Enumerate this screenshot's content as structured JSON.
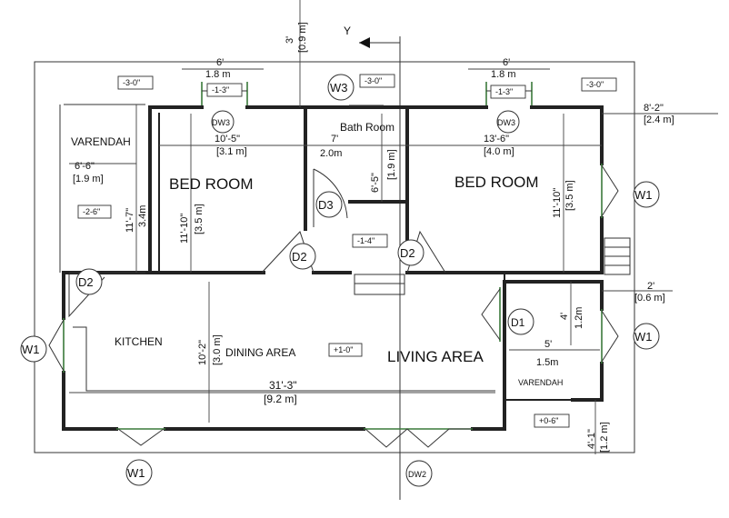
{
  "axis": {
    "y": "Y"
  },
  "rooms": {
    "varendah_left": "VARENDAH",
    "bed_room_left": "BED ROOM",
    "bath_room": "Bath Room",
    "bed_room_right": "BED ROOM",
    "kitchen": "KITCHEN",
    "dining_area": "DINING AREA",
    "living_area": "LIVING AREA",
    "varendah_right": "VARENDAH"
  },
  "tags": {
    "w3": "W3",
    "dw3_left": "DW3",
    "dw3_right": "DW3",
    "d3": "D3",
    "d2_center": "D2",
    "d2_bath": "D2",
    "d2_left": "D2",
    "w1_left": "W1",
    "w1_right_top": "W1",
    "w1_right_bottom": "W1",
    "w1_bottom": "W1",
    "d1": "D1",
    "dw2": "DW2"
  },
  "levels": {
    "top_left": "-3-0\"",
    "top_w3": "-3-0\"",
    "top_right": "-3-0\"",
    "dw3_left": "-1-3\"",
    "dw3_right": "-1-3\"",
    "varendah": "-2-6\"",
    "hall": "-1-4\"",
    "dining": "+1-0\"",
    "varendah_right": "+0-6\""
  },
  "dims": {
    "top_center_ft": "3'",
    "top_center_m": "[0.9 m]",
    "dw3_left_ft": "6'",
    "dw3_left_m": "1.8 m",
    "dw3_right_ft": "6'",
    "dw3_right_m": "1.8 m",
    "right_top_ft": "8'-2\"",
    "right_top_m": "[2.4 m]",
    "bed_left_w_ft": "10'-5\"",
    "bed_left_w_m": "[3.1 m]",
    "bath_w_ft": "7'",
    "bath_w_m": "2.0m",
    "bath_h_ft": "6'-5\"",
    "bath_h_m": "[1.9 m]",
    "bed_right_w_ft": "13'-6\"",
    "bed_right_w_m": "[4.0 m]",
    "bed_right_h_ft": "11'-10\"",
    "bed_right_h_m": "[3.5 m]",
    "varendah_w_ft": "6'-6\"",
    "varendah_w_m": "[1.9 m]",
    "varendah_h_ft": "11'-7\"",
    "varendah_h_m": "3.4m",
    "bed_left_h_ft": "11'-10\"",
    "bed_left_h_m": "[3.5 m]",
    "right_mid_ft": "2'",
    "right_mid_m": "[0.6 m]",
    "d1_h_ft": "4'",
    "d1_h_m": "1.2m",
    "d1_w_ft": "5'",
    "d1_w_m": "1.5m",
    "dining_h_ft": "10'-2\"",
    "dining_h_m": "[3.0 m]",
    "total_w_ft": "31'-3\"",
    "total_w_m": "[9.2 m]",
    "right_bottom_ft": "4'-1\"",
    "right_bottom_m": "[1.2 m]"
  }
}
